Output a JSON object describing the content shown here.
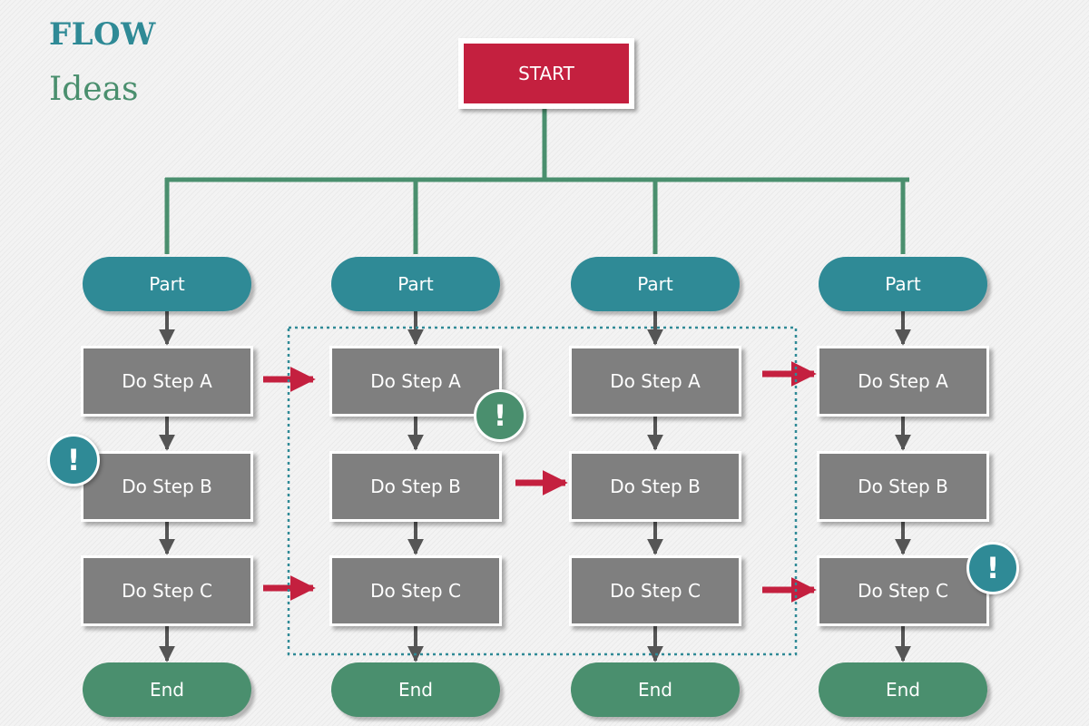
{
  "header": {
    "title": "FLOW",
    "subtitle": "Ideas"
  },
  "colors": {
    "teal": "#2f8a96",
    "green": "#4a8f6e",
    "red": "#c4203f",
    "gray": "#7f7f7f",
    "connector": "#4a8f6e",
    "arrow": "#555555"
  },
  "start": {
    "label": "START"
  },
  "columns": [
    {
      "part": "Part",
      "steps": [
        "Do Step A",
        "Do Step B",
        "Do Step C"
      ],
      "end": "End"
    },
    {
      "part": "Part",
      "steps": [
        "Do Step A",
        "Do Step B",
        "Do Step C"
      ],
      "end": "End"
    },
    {
      "part": "Part",
      "steps": [
        "Do Step A",
        "Do Step B",
        "Do Step C"
      ],
      "end": "End"
    },
    {
      "part": "Part",
      "steps": [
        "Do Step A",
        "Do Step B",
        "Do Step C"
      ],
      "end": "End"
    }
  ],
  "alerts": [
    {
      "symbol": "!",
      "color": "teal",
      "icon": "exclamation-icon"
    },
    {
      "symbol": "!",
      "color": "green",
      "icon": "exclamation-icon"
    },
    {
      "symbol": "!",
      "color": "teal",
      "icon": "exclamation-icon"
    }
  ]
}
